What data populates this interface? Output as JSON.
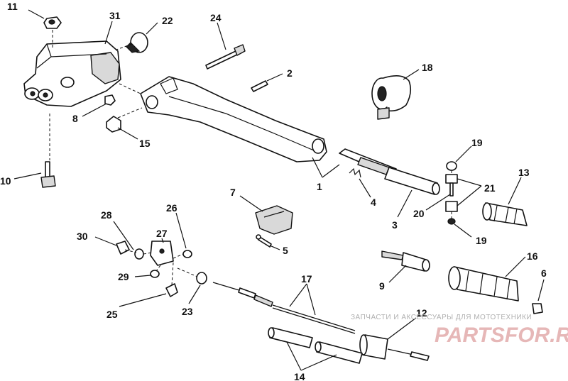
{
  "diagram": {
    "callouts": [
      "1",
      "2",
      "3",
      "4",
      "5",
      "6",
      "7",
      "8",
      "9",
      "10",
      "11",
      "12",
      "13",
      "14",
      "15",
      "16",
      "17",
      "18",
      "19",
      "20",
      "21",
      "22",
      "23",
      "24",
      "25",
      "26",
      "27",
      "28",
      "29",
      "30",
      "31"
    ],
    "labels": {
      "n1": "1",
      "n2": "2",
      "n3": "3",
      "n4": "4",
      "n5": "5",
      "n6": "6",
      "n7": "7",
      "n8": "8",
      "n9": "9",
      "n10": "10",
      "n11": "11",
      "n12": "12",
      "n13": "13",
      "n14": "14",
      "n15": "15",
      "n16": "16",
      "n17": "17",
      "n18": "18",
      "n19a": "19",
      "n19b": "19",
      "n20": "20",
      "n21": "21",
      "n22": "22",
      "n23": "23",
      "n24": "24",
      "n25": "25",
      "n26": "26",
      "n27": "27",
      "n28": "28",
      "n29": "29",
      "n30": "30",
      "n31": "31"
    }
  },
  "watermark": {
    "caption": "ЗАПЧАСТИ И АКСЕССУАРЫ ДЛЯ МОТОТЕХНИКИ",
    "logo": "PARTSFOR.RU"
  },
  "colors": {
    "ink": "#111111",
    "watermark_text": "#b0b0b0",
    "watermark_logo": "#e6b7b7"
  }
}
